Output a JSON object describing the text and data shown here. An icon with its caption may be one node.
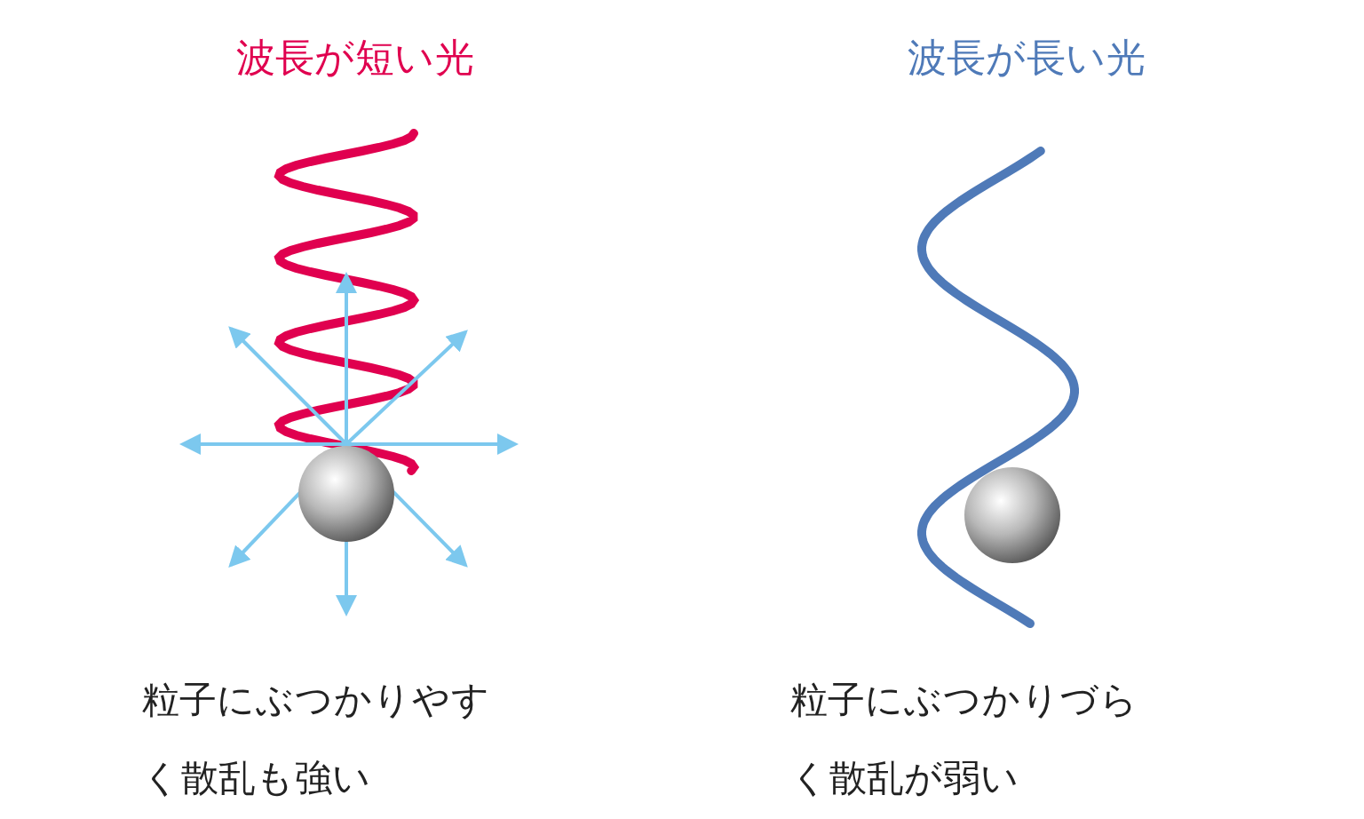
{
  "diagram": {
    "labels": [
      "波長が短い光",
      "波長が長い光",
      "粒子にぶつかりやすく散乱も強い",
      "粒子にぶつかりづらく散乱が弱い"
    ]
  }
}
